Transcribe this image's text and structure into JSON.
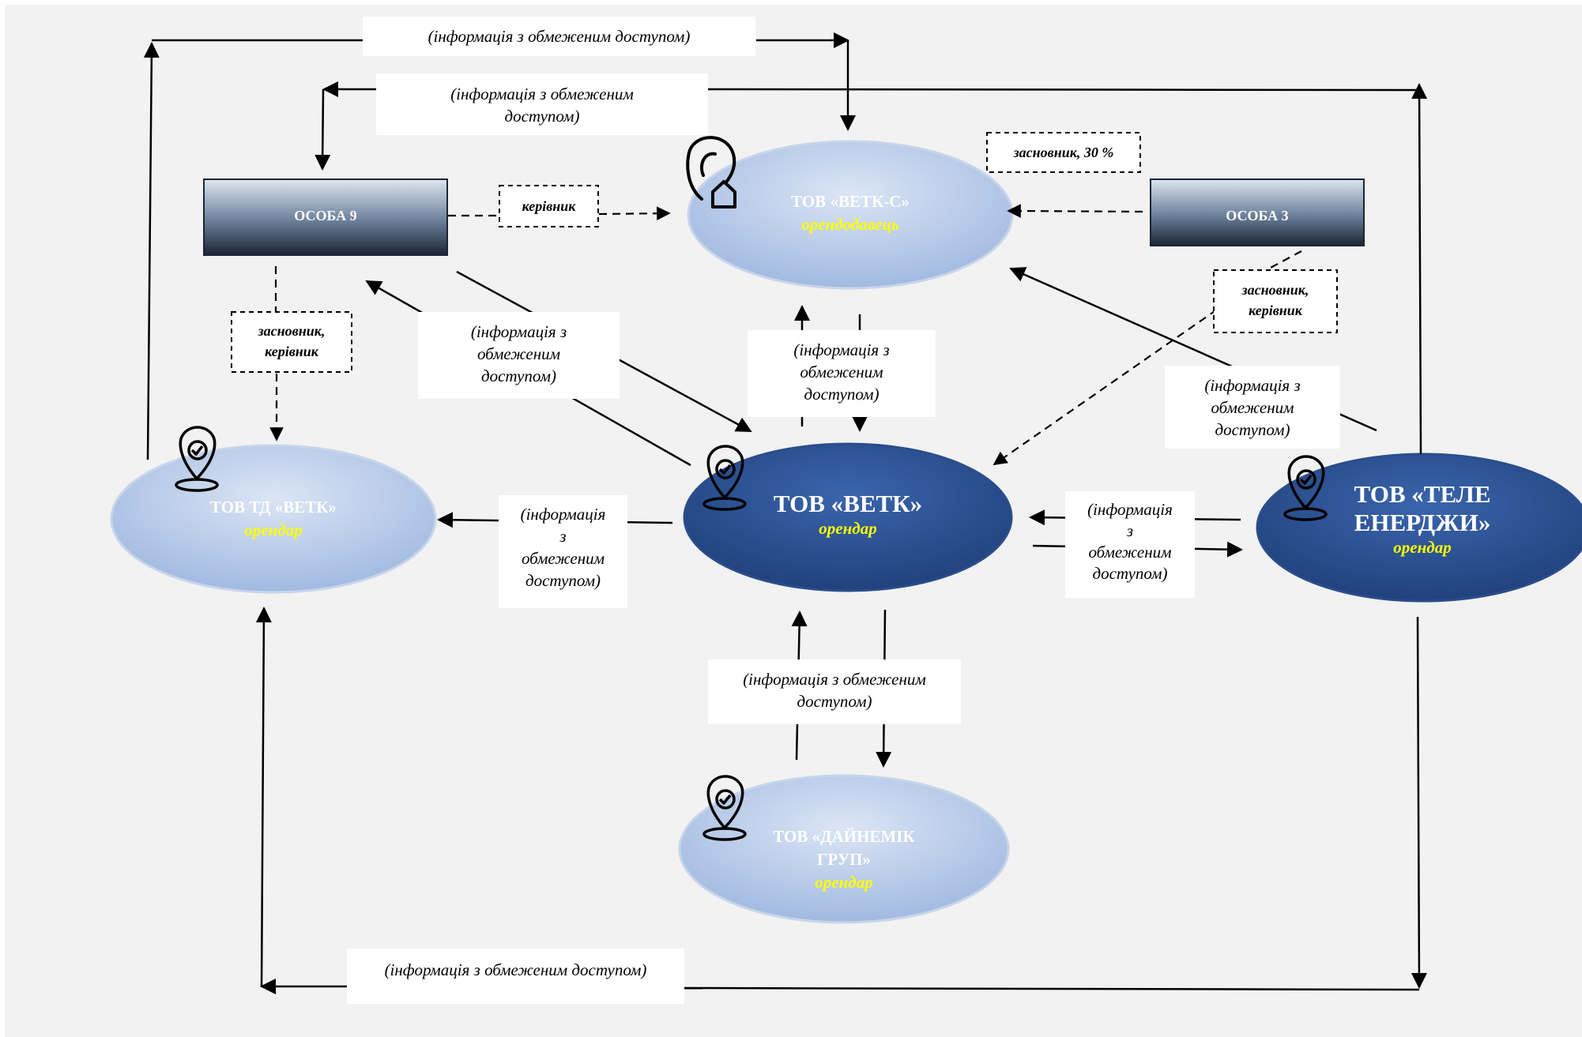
{
  "colors": {
    "background": "#f2f2f2",
    "light_ellipse": "#b7c9e6",
    "dark_ellipse": "#2f5597",
    "role_text": "#ffff00",
    "person_box": "#3b4a60"
  },
  "nodes": {
    "vetk_s": {
      "name": "ТОВ «ВЕТК-С»",
      "role": "орендодавець",
      "icon": "ear-house-icon"
    },
    "vetk": {
      "name": "ТОВ «ВЕТК»",
      "role": "орендар",
      "icon": "location-pin-check-icon"
    },
    "td_vetk": {
      "name": "ТОВ ТД «ВЕТК»",
      "role": "орендар",
      "icon": "location-pin-check-icon"
    },
    "tele": {
      "name_line1": "ТОВ «ТЕЛЕ",
      "name_line2": "ЕНЕРДЖИ»",
      "role": "орендар",
      "icon": "location-pin-check-icon"
    },
    "dynamic": {
      "name_line1": "ТОВ «ДАЙНЕМІК",
      "name_line2": "ГРУП»",
      "role": "орендар",
      "icon": "location-pin-check-icon"
    }
  },
  "persons": {
    "osoba9": "ОСОБА 9",
    "osoba3": "ОСОБА 3"
  },
  "relations": {
    "manager": "керівник",
    "founder30": "засновник, 30 %",
    "founder_manager_a1": "засновник,",
    "founder_manager_a2": "керівник",
    "founder_manager_b1": "засновник,",
    "founder_manager_b2": "керівник"
  },
  "info_labels": {
    "top": "(інформація з обмеженим доступом)",
    "second_l1": "(інформація з обмеженим",
    "second_l2": "доступом)",
    "left_mid_l1": "(інформація з",
    "left_mid_l2": "обмеженим",
    "left_mid_l3": "доступом)",
    "center_l1": "(інформація з",
    "center_l2": "обмеженим",
    "center_l3": "доступом)",
    "right_l1": "(інформація з",
    "right_l2": "обмеженим",
    "right_l3": "доступом)",
    "td_l1": "(інформація",
    "td_l2": "з",
    "td_l3": "обмеженим",
    "td_l4": "доступом)",
    "tele_l1": "(інформація",
    "tele_l2": "з",
    "tele_l3": "обмеженим",
    "tele_l4": "доступом)",
    "dyn_l1": "(інформація з обмеженим",
    "dyn_l2": "доступом)",
    "bottom": "(інформація з обмеженим доступом)"
  }
}
